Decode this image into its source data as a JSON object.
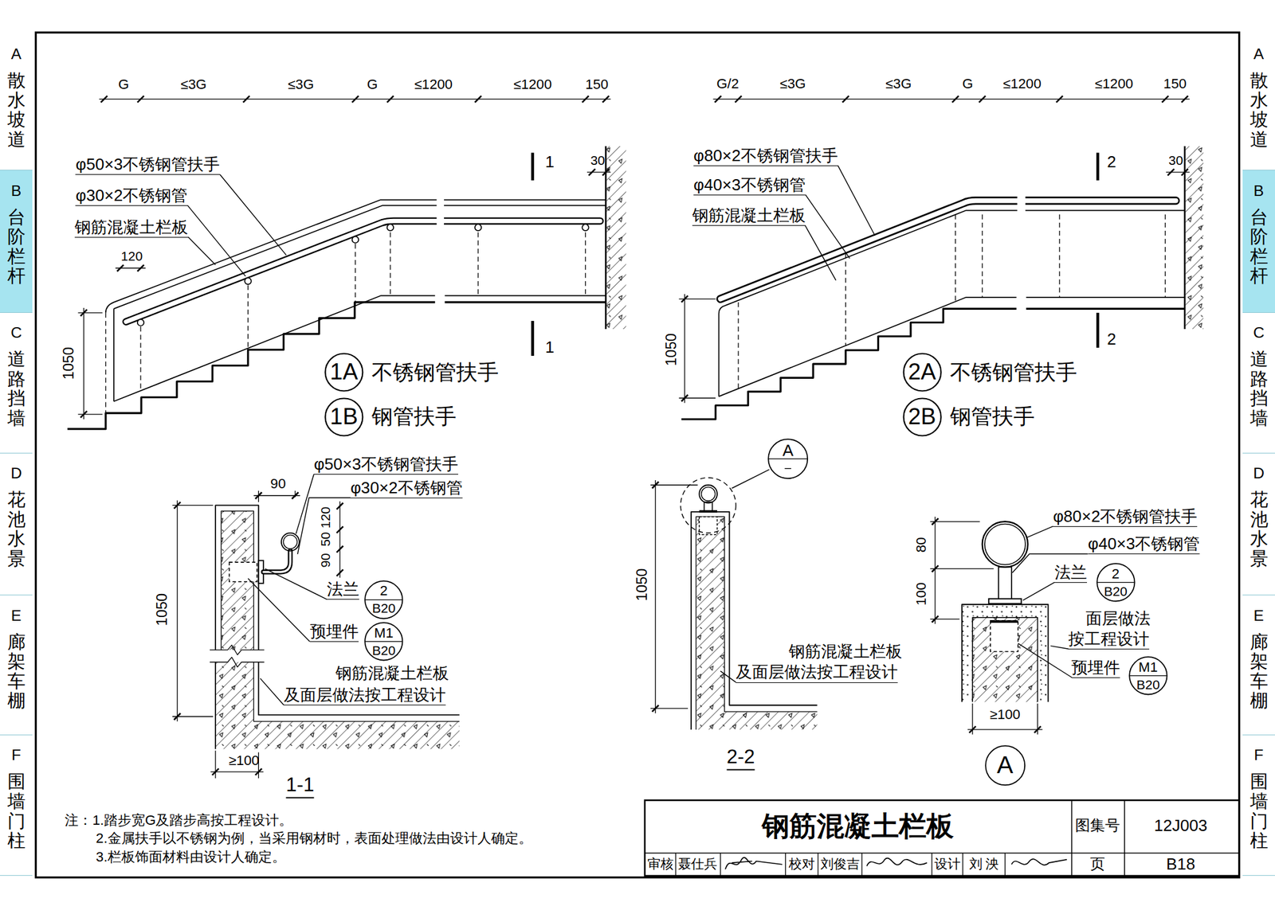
{
  "diagram": {
    "title": "钢筋混凝土栏板",
    "nodes": [
      {
        "text": [
          "A",
          "散水 坡道"
        ]
      },
      {
        "text": [
          "B",
          "台阶 栏杆"
        ]
      },
      {
        "text": [
          "C",
          "道路 挡墙"
        ]
      },
      {
        "text": [
          "D",
          "花池 水景"
        ]
      },
      {
        "text": [
          "E",
          "廊架 车棚"
        ]
      },
      {
        "text": [
          "F",
          "围墙 门柱"
        ]
      },
      {
        "text": [
          "A",
          "散水 坡道"
        ]
      },
      {
        "text": [
          "B",
          "台阶 栏杆"
        ]
      },
      {
        "text": [
          "C",
          "道路 挡墙"
        ]
      },
      {
        "text": [
          "D",
          "花池 水景"
        ]
      },
      {
        "text": [
          "E",
          "廊架 车棚"
        ]
      },
      {
        "text": [
          "F",
          "围墙 门柱"
        ]
      },
      {
        "text": [
          "1A",
          "不锈钢管扶手"
        ]
      },
      {
        "text": [
          "1B",
          "钢管扶手"
        ]
      },
      {
        "text": [
          "2A",
          "不锈钢管扶手"
        ]
      },
      {
        "text": [
          "2B",
          "钢管扶手"
        ]
      },
      {
        "text": [
          "2",
          "B20"
        ]
      },
      {
        "text": [
          "M1",
          "B20"
        ]
      },
      {
        "text": [
          "A"
        ]
      },
      {
        "text": [
          "2",
          "B20"
        ]
      },
      {
        "text": [
          "M1",
          "B20"
        ]
      },
      {
        "text": [
          "A"
        ]
      }
    ],
    "labels": [
      "G",
      "≤3G",
      "≤3G",
      "G",
      "≤1200",
      "≤1200",
      "150",
      "G/2",
      "≤3G",
      "≤3G",
      "G",
      "≤1200",
      "≤1200",
      "150",
      "φ50×3不锈钢管扶手",
      "φ30×2不锈钢管",
      "钢筋混凝土栏板",
      "120",
      "1050",
      "1",
      "1",
      "30",
      "φ80×2不锈钢管扶手",
      "φ40×3不锈钢管",
      "钢筋混凝土栏板",
      "2",
      "2",
      "30",
      "1050",
      "90",
      "φ50×3不锈钢管扶手",
      "φ30×2不锈钢管",
      "120",
      "50",
      "90",
      "法兰",
      "预埋件",
      "1050",
      "钢筋混凝土栏板",
      "及面层做法按工程设计",
      "≥100",
      "1-1",
      "1050",
      "钢筋混凝土栏板",
      "及面层做法按工程设计",
      "2-2",
      "φ80×2不锈钢管扶手",
      "φ40×3不锈钢管",
      "80",
      "100",
      "法兰",
      "面层做法",
      "按工程设计",
      "预埋件",
      "≥100",
      "注：1.踏步宽G及踏步高按工程设计。",
      "2.金属扶手以不锈钢为例，当采用钢材时，表面处理做法由设计人确定。",
      "3.栏板饰面材料由设计人确定。",
      "图集号",
      "12J003",
      "页",
      "B18",
      "审核",
      "聂仕兵",
      "校对",
      "刘俊吉",
      "设计",
      "刘 泱"
    ]
  }
}
